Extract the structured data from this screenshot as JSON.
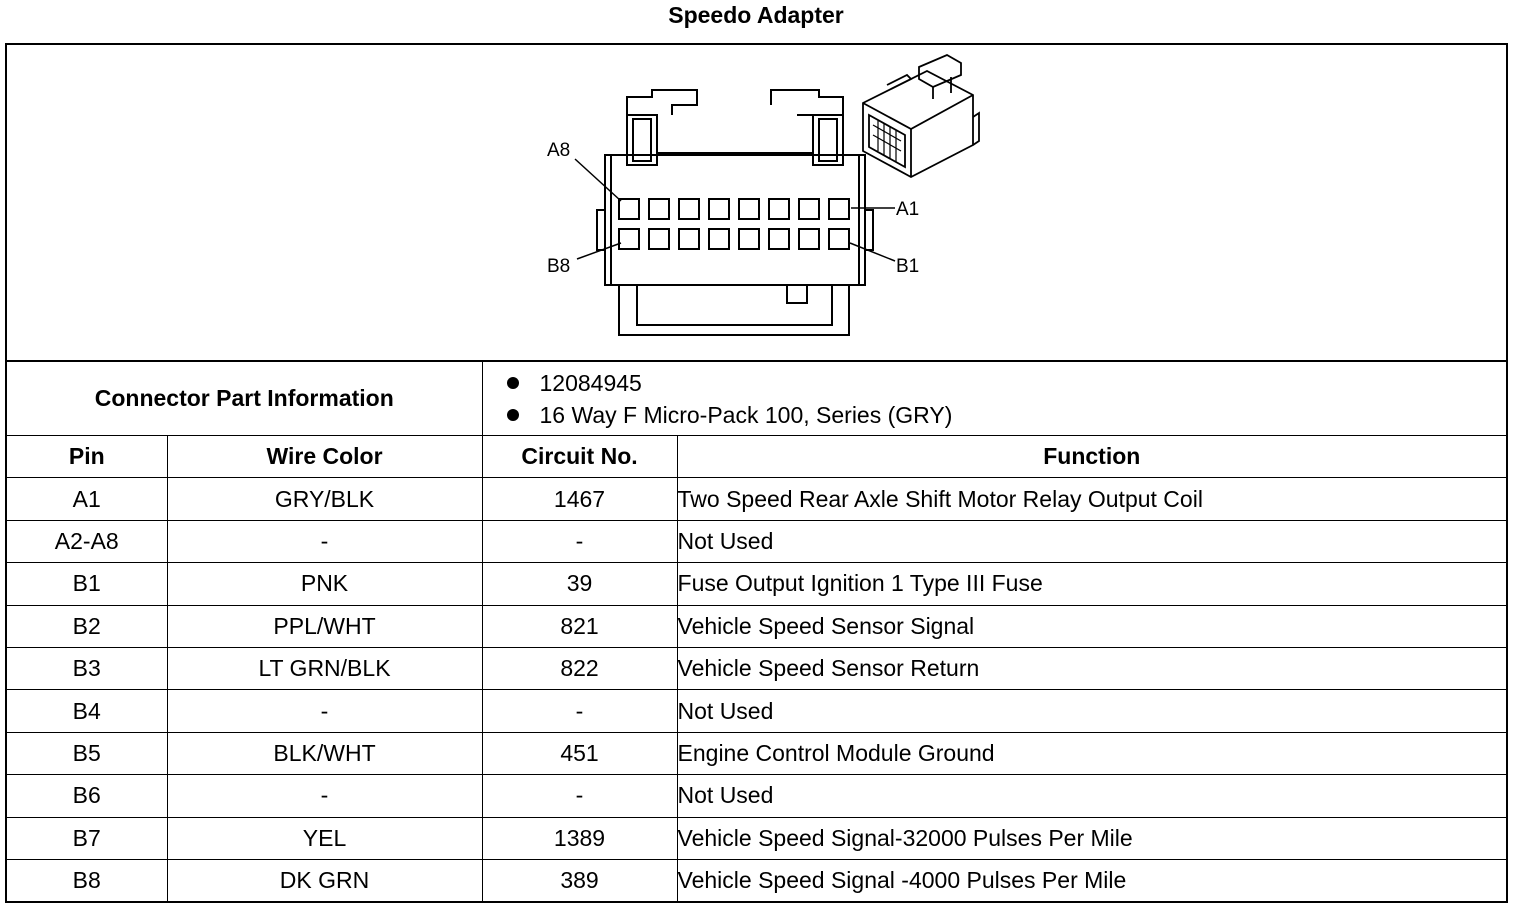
{
  "title": "Speedo Adapter",
  "connector": {
    "labels": {
      "a8": "A8",
      "a1": "A1",
      "b8": "B8",
      "b1": "B1"
    }
  },
  "part_info": {
    "label": "Connector Part Information",
    "items": [
      "12084945",
      "16 Way F Micro-Pack 100, Series (GRY)"
    ]
  },
  "table": {
    "headers": {
      "pin": "Pin",
      "wire_color": "Wire Color",
      "circuit": "Circuit No.",
      "function": "Function"
    },
    "rows": [
      {
        "pin": "A1",
        "wire": "GRY/BLK",
        "circuit": "1467",
        "function": "Two Speed Rear Axle Shift Motor Relay Output Coil"
      },
      {
        "pin": "A2-A8",
        "wire": "-",
        "circuit": "-",
        "function": "Not Used"
      },
      {
        "pin": "B1",
        "wire": "PNK",
        "circuit": "39",
        "function": "Fuse Output Ignition 1 Type III Fuse"
      },
      {
        "pin": "B2",
        "wire": "PPL/WHT",
        "circuit": "821",
        "function": "Vehicle Speed Sensor Signal"
      },
      {
        "pin": "B3",
        "wire": "LT GRN/BLK",
        "circuit": "822",
        "function": "Vehicle Speed Sensor Return"
      },
      {
        "pin": "B4",
        "wire": "-",
        "circuit": "-",
        "function": "Not Used"
      },
      {
        "pin": "B5",
        "wire": "BLK/WHT",
        "circuit": "451",
        "function": "Engine Control Module Ground"
      },
      {
        "pin": "B6",
        "wire": "-",
        "circuit": "-",
        "function": "Not Used"
      },
      {
        "pin": "B7",
        "wire": "YEL",
        "circuit": "1389",
        "function": "Vehicle Speed Signal-32000 Pulses Per Mile"
      },
      {
        "pin": "B8",
        "wire": "DK GRN",
        "circuit": "389",
        "function": "Vehicle Speed Signal -4000 Pulses Per Mile"
      }
    ]
  }
}
